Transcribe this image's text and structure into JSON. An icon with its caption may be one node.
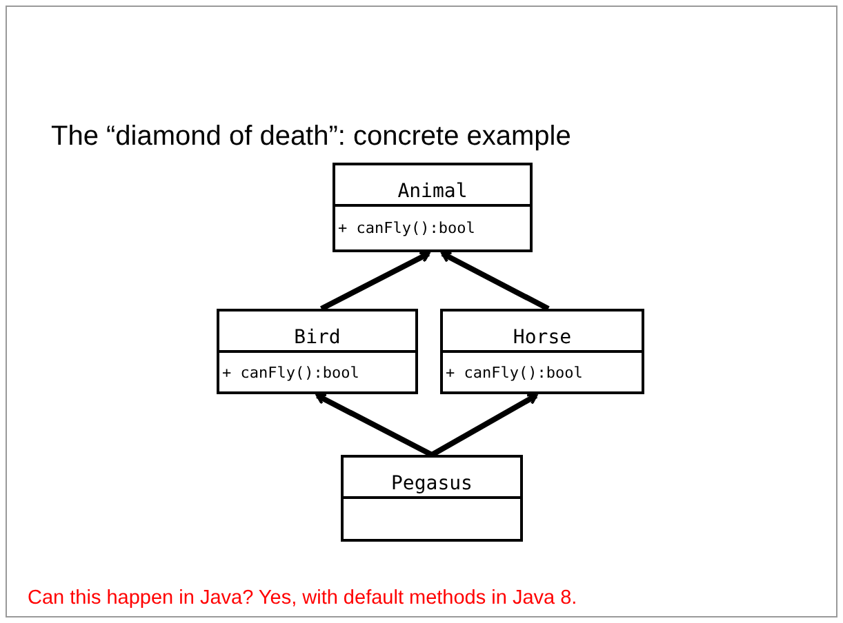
{
  "diagram": {
    "title": "The “diamond of death”: concrete example",
    "nodes": [
      {
        "text": [
          "Animal",
          "+ canFly():bool"
        ]
      },
      {
        "text": [
          "Bird",
          "+ canFly():bool"
        ]
      },
      {
        "text": [
          "Horse",
          "+ canFly():bool"
        ]
      },
      {
        "text": [
          "Pegasus"
        ]
      }
    ],
    "edges": [
      {
        "from": 1,
        "to": 0,
        "arrow": "to"
      },
      {
        "from": 2,
        "to": 0,
        "arrow": "to"
      },
      {
        "from": 3,
        "to": 1,
        "arrow": "to"
      },
      {
        "from": 3,
        "to": 2,
        "arrow": "to"
      }
    ],
    "caption": "Can this happen in Java? Yes, with default methods in Java 8."
  }
}
